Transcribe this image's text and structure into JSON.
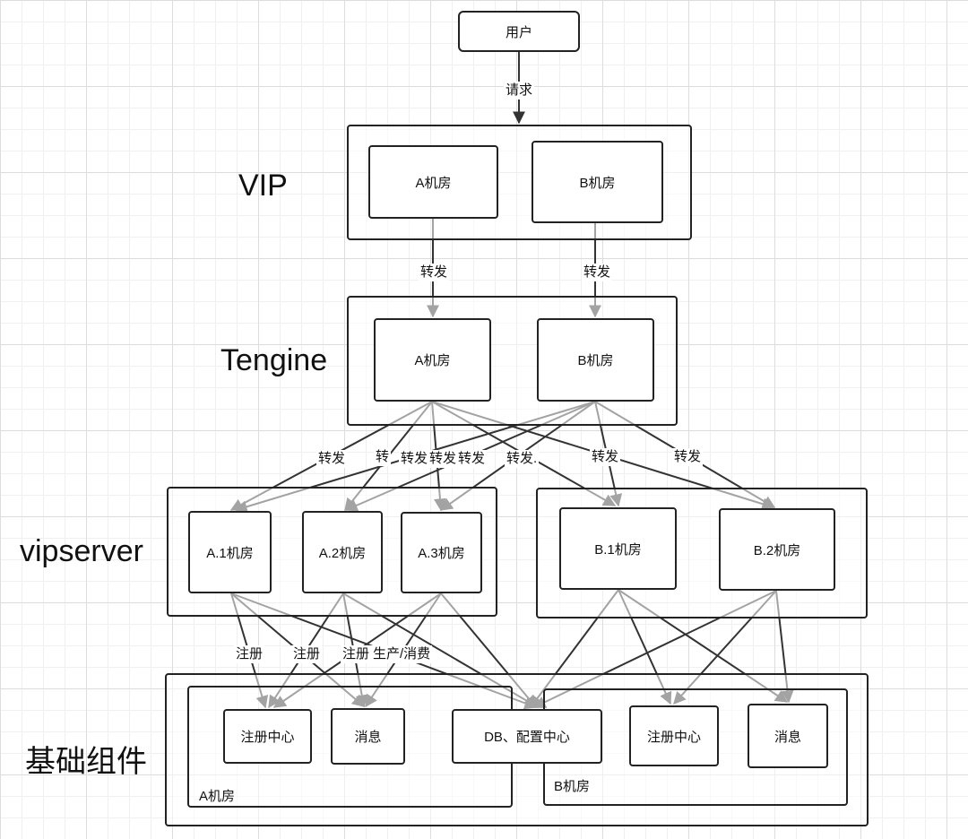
{
  "tiers": {
    "vip": "VIP",
    "tengine": "Tengine",
    "vipserver": "vipserver",
    "basic": "基础组件"
  },
  "user": "用户",
  "vip": {
    "a": "A机房",
    "b": "B机房"
  },
  "tengine": {
    "a": "A机房",
    "b": "B机房"
  },
  "vipserver": {
    "a1": "A.1机房",
    "a2": "A.2机房",
    "a3": "A.3机房",
    "b1": "B.1机房",
    "b2": "B.2机房"
  },
  "basic": {
    "a_registry": "注册中心",
    "a_message": "消息",
    "db_config": "DB、配置中心",
    "b_registry": "注册中心",
    "b_message": "消息",
    "room_a": "A机房",
    "room_b": "B机房"
  },
  "edge_labels": {
    "request": "请求",
    "forward": "转发",
    "forward_clipped": "转",
    "forward_clipped2": "转发.",
    "register": "注册",
    "produce_consume": "生产/消费"
  },
  "colors": {
    "line": "#333333",
    "grid": "#dcdcdc"
  }
}
